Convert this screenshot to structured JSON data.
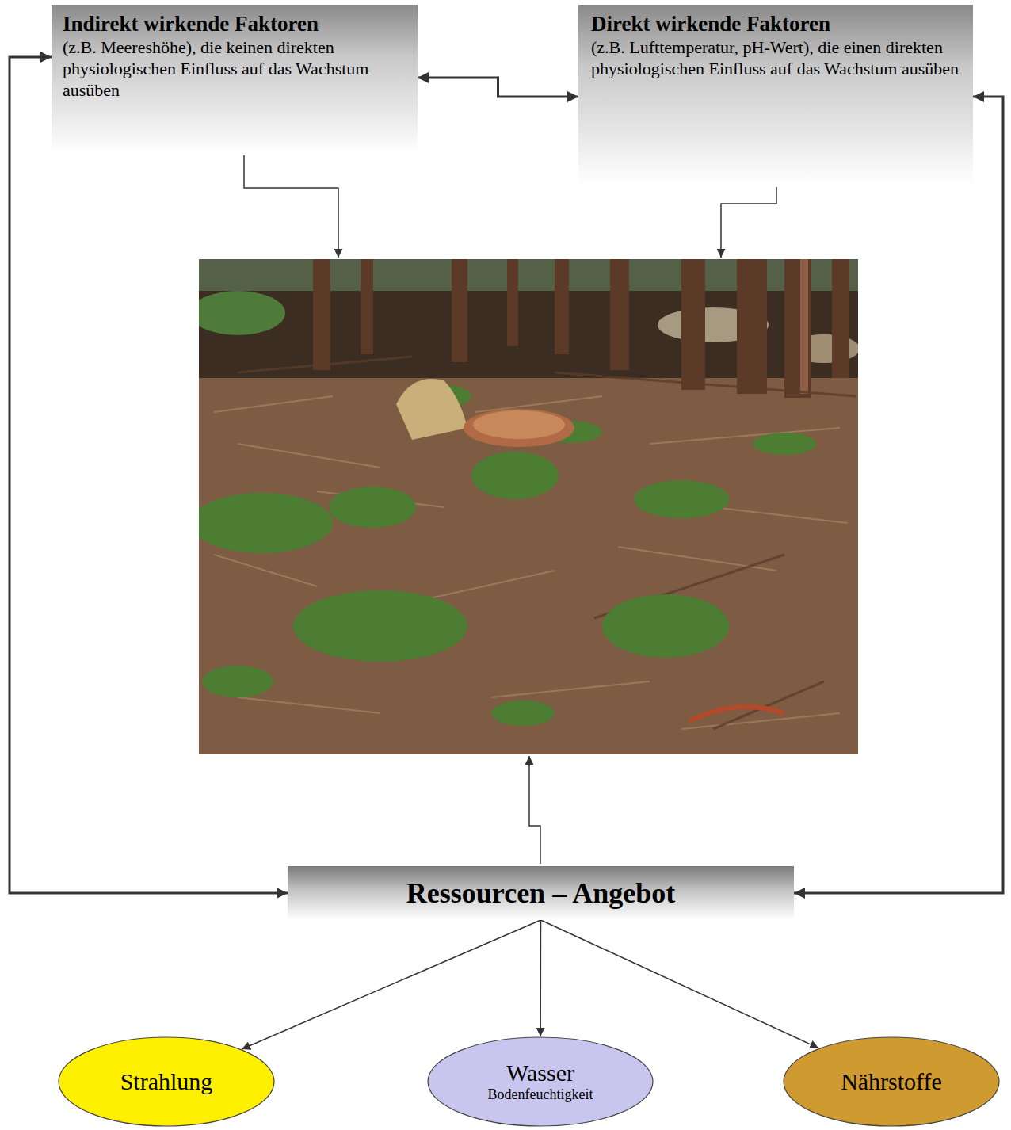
{
  "diagram": {
    "nodes": [
      {
        "text": [
          "Indirekt wirkende Faktoren",
          "(z.B. Meereshöhe), die keinen direkten physiologischen Einfluss auf das Wachstum ausüben"
        ]
      },
      {
        "text": [
          "Direkt wirkende Faktoren",
          "(z.B. Lufttemperatur, pH-Wert), die einen direkten physiologischen Einfluss auf das Wachstum ausüben"
        ]
      },
      {
        "text": [
          "Ressourcen – Angebot"
        ]
      },
      {
        "text": [
          "Strahlung"
        ]
      },
      {
        "text": [
          "Wasser",
          "Bodenfeuchtigkeit"
        ]
      },
      {
        "text": [
          "Nährstoffe"
        ]
      }
    ],
    "edges": [
      {
        "from": 0,
        "to": 1,
        "arrow": "both"
      },
      {
        "from": 2,
        "to": 0,
        "arrow": "both"
      },
      {
        "from": 2,
        "to": 1,
        "arrow": "both"
      },
      {
        "from": 2,
        "to": 3,
        "arrow": "to"
      },
      {
        "from": 2,
        "to": 4,
        "arrow": "to"
      },
      {
        "from": 2,
        "to": 5,
        "arrow": "to"
      }
    ]
  }
}
